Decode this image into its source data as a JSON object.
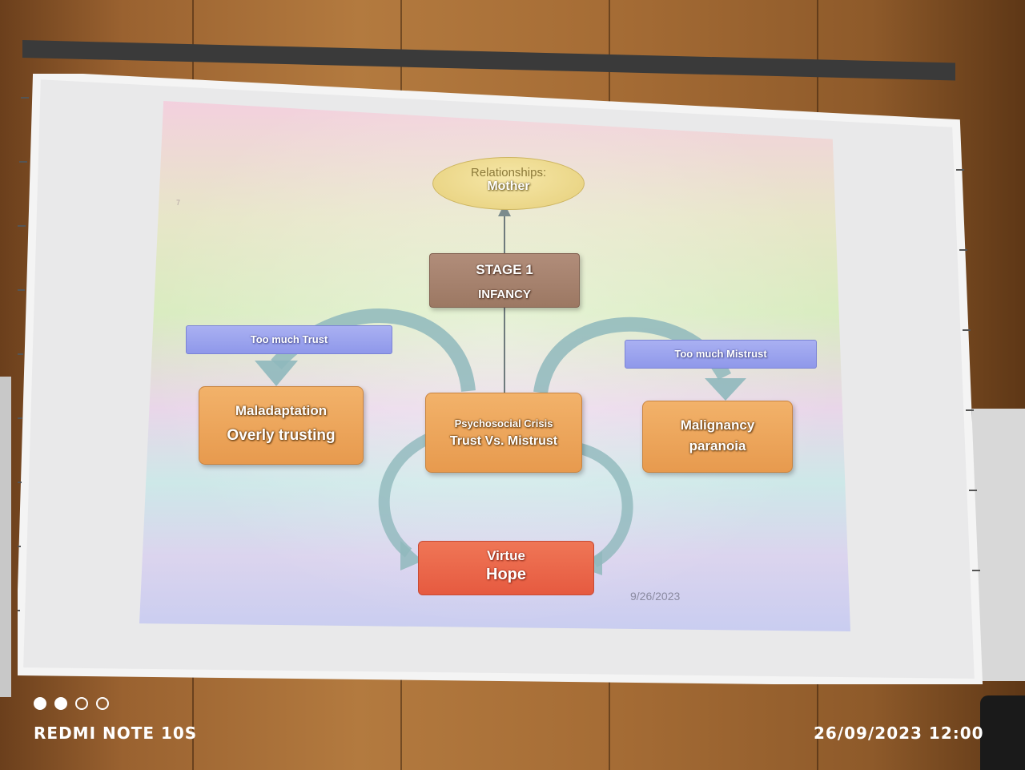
{
  "slide": {
    "relationships_label": "Relationships:",
    "relationships_value": "Mother",
    "stage_title": "STAGE 1",
    "stage_subtitle": "INFANCY",
    "left_tag": "Too much Trust",
    "right_tag": "Too much Mistrust",
    "left_box_title": "Maladaptation",
    "left_box_value": "Overly trusting",
    "center_box_title": "Psychosocial Crisis",
    "center_box_value": "Trust Vs. Mistrust",
    "right_box_title": "Malignancy",
    "right_box_value": "paranoia",
    "virtue_title": "Virtue",
    "virtue_value": "Hope",
    "date": "9/26/2023",
    "slide_number": "7"
  },
  "camera_watermark": {
    "device": "REDMI NOTE 10S",
    "datetime": "26/09/2023  12:00"
  },
  "colors": {
    "orange_box": "#e79a4e",
    "stage_box": "#9c7863",
    "tag_blue": "#8f98ea",
    "virtue_red": "#e65a40",
    "ellipse_yellow": "#e6cf7a",
    "arrow_teal": "#8fb8bc"
  }
}
